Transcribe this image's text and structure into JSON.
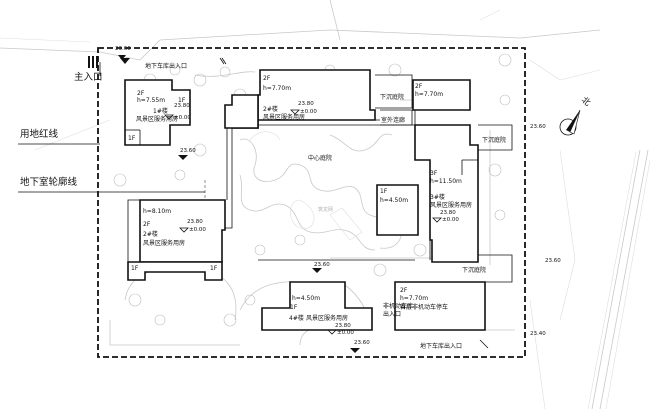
{
  "colors": {
    "line": "#111111",
    "site_grey": "#c8c8c8",
    "background": "#ffffff"
  },
  "site": {
    "main_entrance": "主入口",
    "red_line_label": "用地红线",
    "basement_outline_label": "地下室轮廓线",
    "north_label": "北",
    "elevations": {
      "e1": "23.60",
      "e2": "23.60",
      "e3": "23.60",
      "e4": "23.60",
      "e5": "23.60",
      "e6": "23.60",
      "e7": "23.40"
    },
    "garage_entrance_top": "地下车库出入口",
    "garage_entrance_bottom": "地下车库出入口",
    "bike_entrance": [
      "非机动车库",
      "出入口"
    ]
  },
  "courts": {
    "sunken_1": "下沉庭院",
    "sunken_2": "下沉庭院",
    "sunken_3": "下沉庭院",
    "outdoor_corridor": "室外连廊",
    "central": "中心庭院",
    "watermark": "筑龙网"
  },
  "buildings": {
    "b1": {
      "floors": "2F",
      "height": "h=7.55m",
      "name": "1#楼",
      "use": "风景区服务用房",
      "lvl1": "23.80",
      "lvl2": "±0.00"
    },
    "b2": {
      "floors": "2F",
      "height": "h=7.70m",
      "name": "2#楼",
      "use": "风景区服务用房",
      "lvl1": "23.80",
      "lvl2": "±0.00"
    },
    "b3_top": {
      "floors": "2F",
      "height": "h=7.70m"
    },
    "b3": {
      "floors": "3F",
      "height": "h=11.50m",
      "name": "3#楼",
      "use": "风景区服务用房",
      "lvl1": "23.80",
      "lvl2": "±0.00"
    },
    "b3_inner": {
      "floors": "1F",
      "height": "h=4.50m"
    },
    "b4": {
      "floors": "1F",
      "height": "h=4.50m",
      "name": "4#楼",
      "use": "风景区服务用房",
      "lvl1": "23.80",
      "lvl2": "±0.00"
    },
    "b5": {
      "floors": "2F",
      "height": "h=8.10m",
      "name": "2#楼",
      "use": "风景区服务用房",
      "lvl1": "23.80",
      "lvl2": "±0.00",
      "wing_left": "1F",
      "wing_right": "1F"
    },
    "b6": {
      "floors": "2F",
      "height": "h=7.70m",
      "use": "首层非机动车停车"
    },
    "b1_wing": "1F"
  }
}
